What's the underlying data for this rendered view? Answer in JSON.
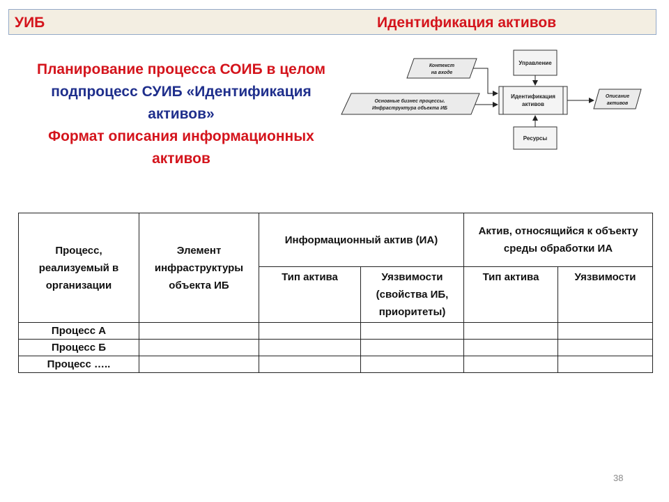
{
  "header": {
    "left": "УИБ",
    "right": "Идентификация активов"
  },
  "title": {
    "line1": "Планирование  процесса СОИБ  в целом",
    "line2": "подпроцесс СУИБ «Идентификация",
    "line3": "активов»",
    "line4": "Формат описания информационных",
    "line5": "активов"
  },
  "diagram": {
    "context": [
      "Контекст",
      "на входе"
    ],
    "business": [
      "Основные бизнес процессы.",
      "Инфраструктура объекта ИБ"
    ],
    "management": "Управление",
    "center": [
      "Идентификация",
      "активов"
    ],
    "output": [
      "Описание",
      "активов"
    ],
    "resources": "Ресурсы"
  },
  "table": {
    "headers": {
      "process": "Процесс, реализуемый в организации",
      "element": "Элемент инфраструктуры объекта ИБ",
      "info_asset": "Информационный  актив (ИА)",
      "related_asset": "Актив, относящийся к объекту среды обработки ИА",
      "type1": "Тип актива",
      "vuln1": "Уязвимости (свойства ИБ, приоритеты)",
      "type2": "Тип актива",
      "vuln2": "Уязвимости"
    },
    "rows": [
      "Процесс А",
      "Процесс Б",
      "Процесс ….."
    ]
  },
  "page_number": "38"
}
